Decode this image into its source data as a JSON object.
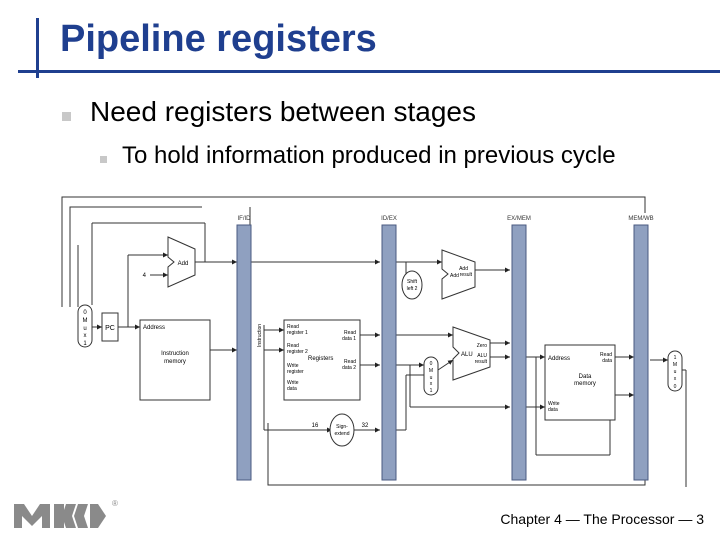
{
  "slide": {
    "title": "Pipeline registers",
    "bullet_1": "Need registers between stages",
    "bullet_1_sub": "To hold information produced in previous cycle",
    "footer": "Chapter 4 — The Processor — 3"
  },
  "diagram": {
    "stage_registers": [
      "IF/ID",
      "ID/EX",
      "EX/MEM",
      "MEM/WB"
    ],
    "pc_label": "PC",
    "add_label": "Add",
    "four_label": "4",
    "instruction_memory": {
      "address": "Address",
      "name_line1": "Instruction",
      "name_line2": "memory",
      "side_label": "Instruction"
    },
    "registers": {
      "read_register_1a": "Read",
      "read_register_1b": "register 1",
      "read_register_2a": "Read",
      "read_register_2b": "register 2",
      "write_register_a": "Write",
      "write_register_b": "register",
      "write_data_a": "Write",
      "write_data_b": "data",
      "name": "Registers",
      "read_data_1a": "Read",
      "read_data_1b": "data 1",
      "read_data_2a": "Read",
      "read_data_2b": "data 2"
    },
    "shift_left_2": {
      "line1": "Shift",
      "line2": "left 2"
    },
    "add_result": {
      "line1": "Add",
      "line2": "Add",
      "line3": "result"
    },
    "alu": {
      "label": "ALU",
      "zero": "Zero",
      "alu_result_a": "ALU",
      "alu_result_b": "result"
    },
    "sign_extend": {
      "line1": "Sign-",
      "line2": "extend",
      "in_bits": "16",
      "out_bits": "32"
    },
    "data_memory": {
      "address": "Address",
      "read_data_a": "Read",
      "read_data_b": "data",
      "name_line1": "Data",
      "name_line2": "memory",
      "write_data_a": "Write",
      "write_data_b": "data"
    },
    "mux_letters": [
      "0",
      "M",
      "u",
      "x",
      "1"
    ]
  },
  "logo": {
    "registered_mark": "®"
  },
  "colors": {
    "title": "#1f3f8f",
    "rule": "#1f3f8f",
    "bullet": "#c8c8c8",
    "pipeline_register": "#8fa0c0",
    "logo": "#8a8a8a"
  }
}
